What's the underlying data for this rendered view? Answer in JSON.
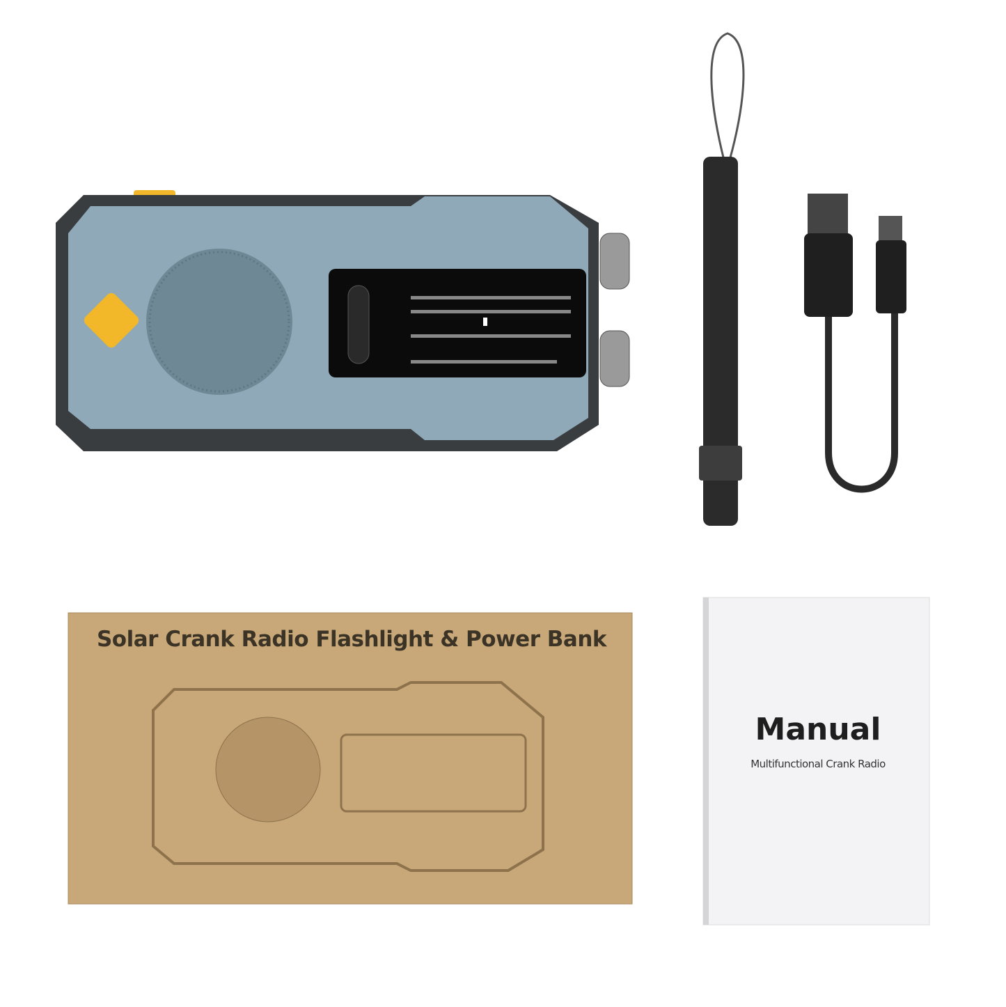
{
  "box": {
    "title": "Solar Crank Radio Flashlight & Power Bank",
    "color": "#c8a878"
  },
  "manual": {
    "title": "Manual",
    "subtitle": "Multifunctional Crank Radio"
  },
  "colors": {
    "radio_body": "#8fa9b8",
    "radio_frame": "#3a3d40",
    "accent_yellow": "#f2b82a",
    "cable": "#2a2a2a"
  }
}
